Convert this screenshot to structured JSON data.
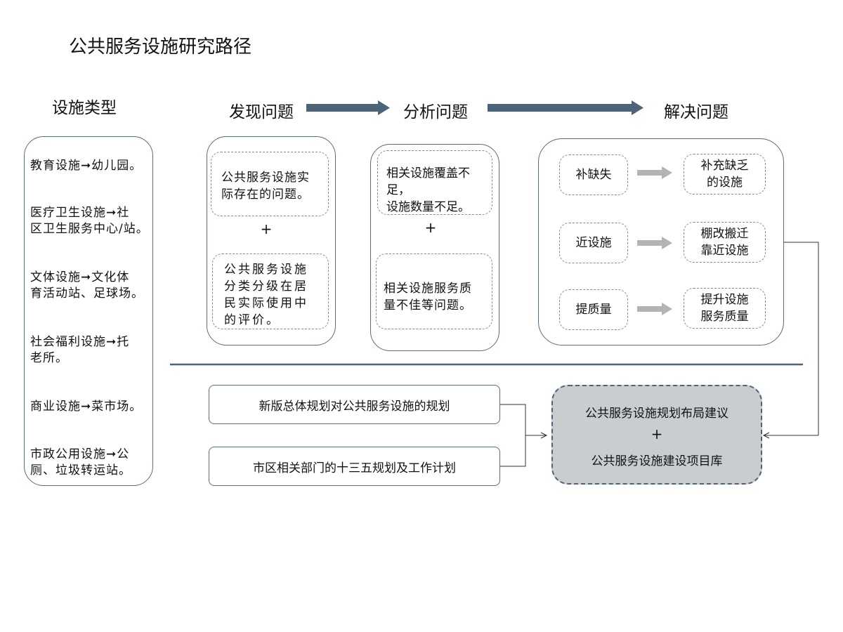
{
  "title": "公共服务设施研究路径",
  "headers": {
    "types": "设施类型",
    "discover": "发现问题",
    "analyze": "分析问题",
    "solve": "解决问题"
  },
  "facility_types": [
    {
      "l1": "教育设施➞幼儿园。",
      "l2": ""
    },
    {
      "l1": "医疗卫生设施➞社",
      "l2": "区卫生服务中心/站。"
    },
    {
      "l1": "文体设施➞文化体",
      "l2": "育活动站、足球场。"
    },
    {
      "l1": "社会福利设施➞托",
      "l2": "老所。"
    },
    {
      "l1": "商业设施➞菜市场。",
      "l2": ""
    },
    {
      "l1": "市政公用设施➞公",
      "l2": "厕、垃圾转运站。"
    }
  ],
  "discover": {
    "box1": {
      "l1": "公共服务设施实",
      "l2": "际存在的问题。"
    },
    "plus": "+",
    "box2": {
      "l1": "公共服务设施",
      "l2": "分类分级在居",
      "l3": "民实际使用中",
      "l4": "的评价。"
    }
  },
  "analyze": {
    "box1": {
      "l1": "相关设施覆盖不足，",
      "l2": "设施数量不足。"
    },
    "plus": "+",
    "box2": {
      "l1": "相关设施服务质",
      "l2": "量不佳等问题。"
    }
  },
  "solve": {
    "rows": [
      {
        "left": "补缺失",
        "right_l1": "补充缺乏",
        "right_l2": "的设施"
      },
      {
        "left": "近设施",
        "right_l1": "棚改搬迁",
        "right_l2": "靠近设施"
      },
      {
        "left": "提质量",
        "right_l1": "提升设施",
        "right_l2": "服务质量"
      }
    ]
  },
  "plans": {
    "plan1": "新版总体规划对公共服务设施的规划",
    "plan2": "市区相关部门的十三五规划及工作计划"
  },
  "result": {
    "l1": "公共服务设施规划布局建议",
    "plus": "+",
    "l2": "公共服务设施建设项目库"
  },
  "colors": {
    "primary_arrow": "#4d6478",
    "gray_arrow": "#b3b3b3",
    "result_fill": "#c9cdd0",
    "divider": "#4d6478"
  }
}
